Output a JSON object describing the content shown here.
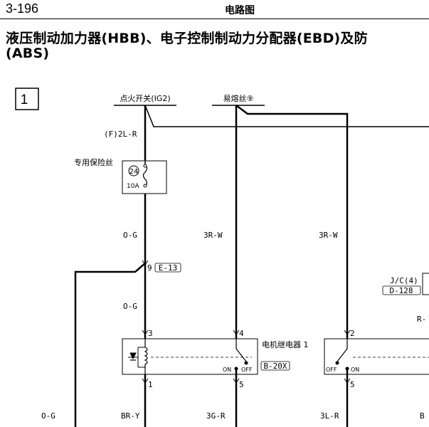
{
  "header": {
    "page_number": "3-196",
    "section": "电路图"
  },
  "title": "液压制动加力器(HBB)、电子控制制动力分配器(EBD)及防\n(ABS)",
  "diagram": {
    "section_box": "1",
    "sources": {
      "ignition_switch": "点火开关(IG2)",
      "fuse_9": "易熔丝⑨"
    },
    "wires": {
      "f_2l_r": "(F)2L-R",
      "o_g_1": "O-G",
      "o_g_2": "O-G",
      "o_g_3": "O-G",
      "r_w_1": "3R-W",
      "r_w_2": "3R-W",
      "br_y": "BR-Y",
      "g_r": "3G-R",
      "l_r": "3L-R",
      "r_partial": "R-",
      "b_partial": "B"
    },
    "fuse": {
      "label": "专用保险丝",
      "number": "24",
      "rating": "10A"
    },
    "connectors": {
      "e13_pin": "9",
      "e13": "E-13",
      "jc_label": "J/C(4)",
      "d128": "D-128",
      "b20x": "B-20X"
    },
    "relay": {
      "label": "电机继电器 1",
      "on": "ON",
      "off": "OFF",
      "pin_3": "3",
      "pin_4": "4",
      "pin_1": "1",
      "pin_5": "5",
      "pin_2": "2",
      "pin_5b": "5",
      "off_b": "OFF",
      "on_b": "ON"
    }
  }
}
